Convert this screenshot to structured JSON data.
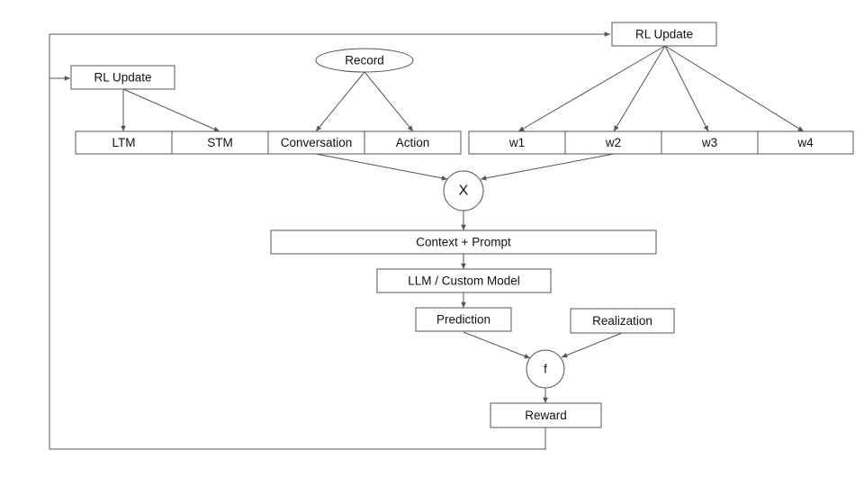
{
  "nodes": {
    "rl_update_left": "RL Update",
    "rl_update_right": "RL Update",
    "record": "Record",
    "ltm": "LTM",
    "stm": "STM",
    "conversation": "Conversation",
    "action": "Action",
    "w1": "w1",
    "w2": "w2",
    "w3": "w3",
    "w4": "w4",
    "multiply": "X",
    "context_prompt": "Context + Prompt",
    "llm": "LLM / Custom Model",
    "prediction": "Prediction",
    "realization": "Realization",
    "f": "f",
    "reward": "Reward"
  },
  "colors": {
    "stroke": "#555555",
    "fill": "#ffffff",
    "text": "#111111"
  }
}
